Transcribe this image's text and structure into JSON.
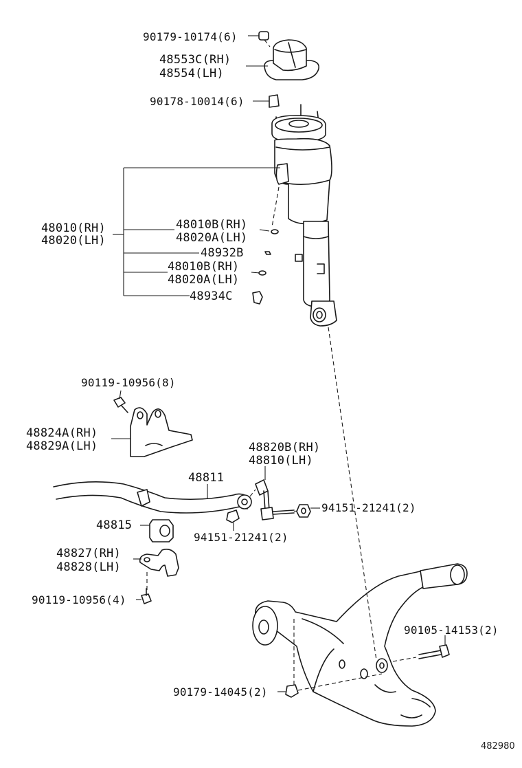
{
  "diagram": {
    "labels": {
      "l_90179_10174": "90179-10174(6)",
      "l_48553c": "48553C(RH)",
      "l_48554": "48554(LH)",
      "l_90178_10014": "90178-10014(6)",
      "l_48010": "48010(RH)",
      "l_48020": "48020(LH)",
      "l_48010b_1": "48010B(RH)",
      "l_48020a_1": "48020A(LH)",
      "l_48932b": "48932B",
      "l_48010b_2": "48010B(RH)",
      "l_48020a_2": "48020A(LH)",
      "l_48934c": "48934C",
      "l_90119_10956_8": "90119-10956(8)",
      "l_48824a": "48824A(RH)",
      "l_48829a": "48829A(LH)",
      "l_48820b": "48820B(RH)",
      "l_48810": "48810(LH)",
      "l_48811": "48811",
      "l_94151_a": "94151-21241(2)",
      "l_48815": "48815",
      "l_94151_b": "94151-21241(2)",
      "l_48827": "48827(RH)",
      "l_48828": "48828(LH)",
      "l_90119_10956_4": "90119-10956(4)",
      "l_90105_14153": "90105-14153(2)",
      "l_90179_14045": "90179-14045(2)"
    },
    "figure_number": "482980"
  }
}
